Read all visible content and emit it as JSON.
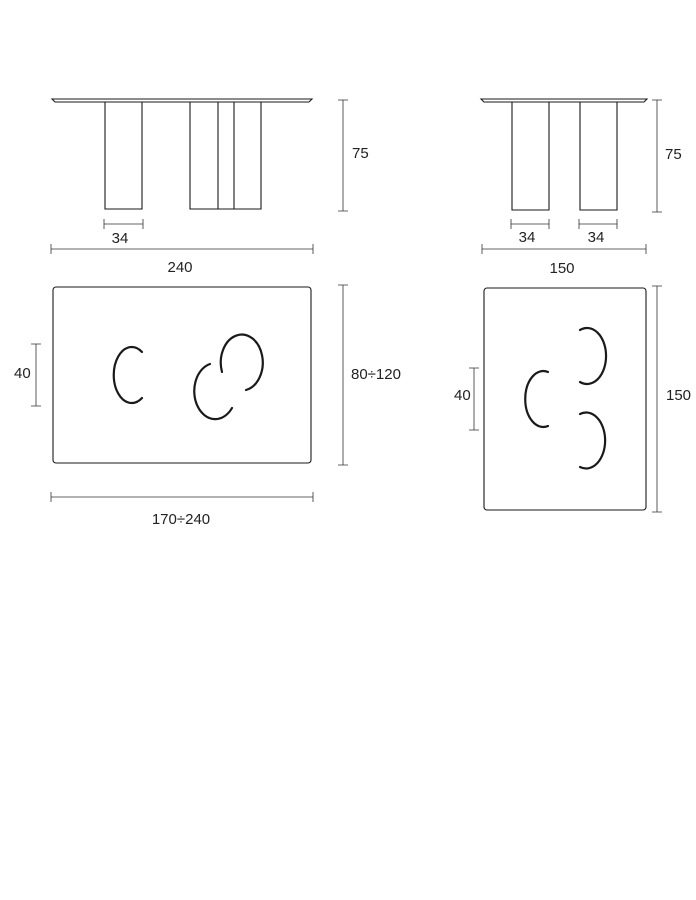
{
  "left_table": {
    "elevation": {
      "height_label": "75",
      "leg_width_label": "34",
      "length_label": "240"
    },
    "plan": {
      "hole_label": "40",
      "width_label": "80÷120",
      "length_label": "170÷240"
    }
  },
  "right_table": {
    "elevation": {
      "height_label": "75",
      "leg_width_label_1": "34",
      "leg_width_label_2": "34",
      "length_label": "150"
    },
    "plan": {
      "hole_label": "40",
      "side_label": "150"
    }
  },
  "colors": {
    "line": "#1a1a1a",
    "background": "#ffffff"
  }
}
